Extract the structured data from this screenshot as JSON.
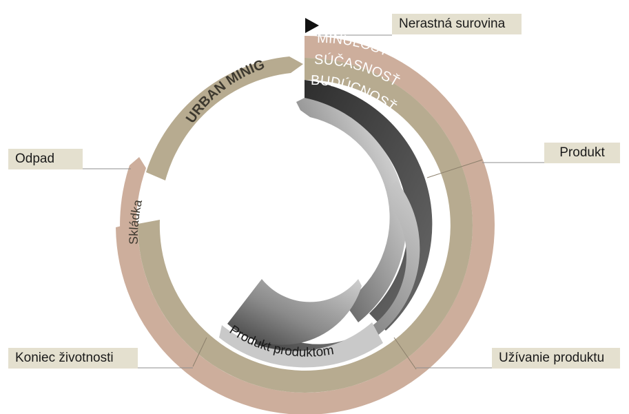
{
  "stages": {
    "raw_material": "Nerastná surovina",
    "product": "Produkt",
    "usage": "Užívanie produktu",
    "end_of_life": "Koniec životnosti",
    "waste": "Odpad"
  },
  "rings": {
    "past": "MINULOSŤ",
    "present": "SÚČASNOSŤ",
    "future": "BUDÚCNOSŤ"
  },
  "arcs": {
    "urban_mining": "URBAN MINIG",
    "landfill": "Skládka",
    "product_to_product": "Produkt produktom"
  },
  "colors": {
    "past_ring": "#cdae9c",
    "present_ring": "#b7ab90",
    "future_ring_dark": "#3a3a3a",
    "future_ring_light": "#d8d8d8",
    "label_box": "#e4e0cf"
  }
}
